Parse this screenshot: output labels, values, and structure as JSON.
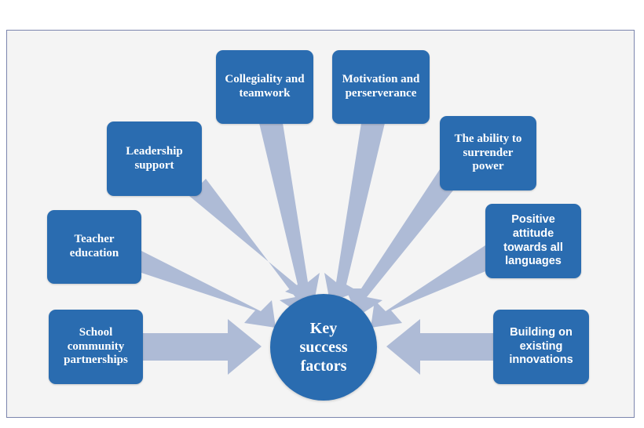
{
  "diagram": {
    "title_center": "Key success factors",
    "center_lines": [
      "Key",
      "success",
      "factors"
    ],
    "colors": {
      "node_blue": "#2a6cb0",
      "arrow_blue": "#aebbd6",
      "frame_border": "#7b85ad",
      "canvas_background": "#f4f4f4",
      "page_background": "#ffffff",
      "node_text": "#ffffff"
    },
    "nodes": [
      {
        "id": "collegiality-and-teamwork",
        "label": "Collegiality and teamwork",
        "lines": [
          "Collegiality and",
          "teamwork"
        ],
        "font": "serif"
      },
      {
        "id": "motivation-and-perserverance",
        "label": "Motivation and perserverance",
        "lines": [
          "Motivation and",
          "perserverance"
        ],
        "font": "serif"
      },
      {
        "id": "the-ability-to-surrender-power",
        "label": "The ability to surrender power",
        "lines": [
          "The ability to",
          "surrender",
          "power"
        ],
        "font": "serif"
      },
      {
        "id": "positive-attitude-towards-all-languages",
        "label": "Positive attitude towards all languages",
        "lines": [
          "Positive",
          "attitude",
          "towards all",
          "languages"
        ],
        "font": "sans"
      },
      {
        "id": "building-on-existing-innovations",
        "label": "Building on existing innovations",
        "lines": [
          "Building on",
          "existing",
          "innovations"
        ],
        "font": "sans"
      },
      {
        "id": "school-community-partnerships",
        "label": "School community partnerships",
        "lines": [
          "School",
          "community",
          "partnerships"
        ],
        "font": "serif"
      },
      {
        "id": "teacher-education",
        "label": "Teacher education",
        "lines": [
          "Teacher",
          "education"
        ],
        "font": "serif"
      },
      {
        "id": "leadership-support",
        "label": "Leadership support",
        "lines": [
          "Leadership",
          "support"
        ],
        "font": "serif"
      }
    ],
    "arrows": [
      {
        "id": "arrow-collegiality-to-center",
        "from": "collegiality-and-teamwork",
        "to": "center"
      },
      {
        "id": "arrow-motivation-to-center",
        "from": "motivation-and-perserverance",
        "to": "center"
      },
      {
        "id": "arrow-ability-to-center",
        "from": "the-ability-to-surrender-power",
        "to": "center"
      },
      {
        "id": "arrow-positive-attitude-to-center",
        "from": "positive-attitude-towards-all-languages",
        "to": "center"
      },
      {
        "id": "arrow-building-to-center",
        "from": "building-on-existing-innovations",
        "to": "center"
      },
      {
        "id": "arrow-school-community-to-center",
        "from": "school-community-partnerships",
        "to": "center"
      },
      {
        "id": "arrow-teacher-education-to-center",
        "from": "teacher-education",
        "to": "center"
      },
      {
        "id": "arrow-leadership-to-center",
        "from": "leadership-support",
        "to": "center"
      }
    ]
  }
}
